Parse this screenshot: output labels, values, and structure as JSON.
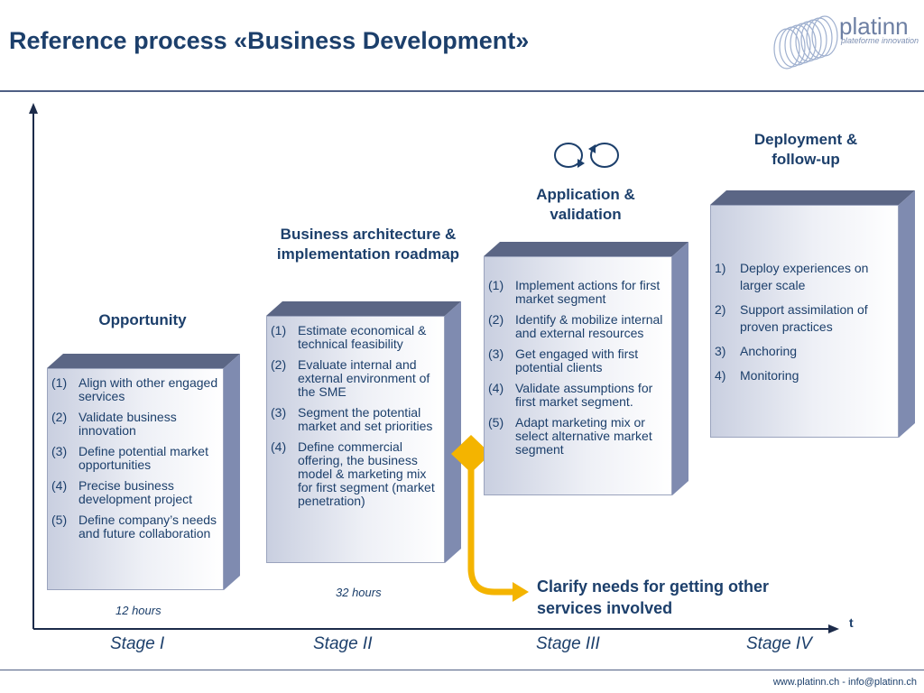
{
  "header": {
    "title": "Reference process «Business Development»",
    "logo": {
      "name": "platinn",
      "tagline": "plateforme innovation"
    }
  },
  "footer": {
    "text": "www.platinn.ch - info@platinn.ch"
  },
  "axis": {
    "t_label": "t"
  },
  "stages": [
    {
      "label": "Stage I",
      "heading": "Opportunity",
      "hours": "12 hours",
      "items": [
        {
          "num": "(1)",
          "text": "Align with other engaged services"
        },
        {
          "num": "(2)",
          "text": "Validate business innovation"
        },
        {
          "num": "(3)",
          "text": "Define potential market opportunities"
        },
        {
          "num": "(4)",
          "text": "Precise business development project"
        },
        {
          "num": "(5)",
          "text": "Define company’s needs and future collaboration"
        }
      ]
    },
    {
      "label": "Stage II",
      "heading": "Business architecture & implementation roadmap",
      "hours": "32 hours",
      "items": [
        {
          "num": "(1)",
          "text": "Estimate economical & technical feasibility"
        },
        {
          "num": "(2)",
          "text": "Evaluate internal and external environment of the SME"
        },
        {
          "num": "(3)",
          "text": "Segment the potential market and set priorities"
        },
        {
          "num": "(4)",
          "text": "Define commercial offering, the business model & marketing mix for first segment (market penetration)"
        }
      ]
    },
    {
      "label": "Stage III",
      "heading": "Application & validation",
      "items": [
        {
          "num": "(1)",
          "text": "Implement actions for first market segment"
        },
        {
          "num": "(2)",
          "text": "Identify & mobilize internal and external resources"
        },
        {
          "num": "(3)",
          "text": "Get engaged with first potential clients"
        },
        {
          "num": "(4)",
          "text": "Validate assumptions for first market segment."
        },
        {
          "num": "(5)",
          "text": "Adapt marketing mix or select alternative market segment"
        }
      ]
    },
    {
      "label": "Stage IV",
      "heading": "Deployment & follow-up",
      "items": [
        {
          "num": "1)",
          "text": "Deploy experiences on larger scale"
        },
        {
          "num": "2)",
          "text": "Support assimilation of proven practices"
        },
        {
          "num": "3)",
          "text": "Anchoring"
        },
        {
          "num": "4)",
          "text": "Monitoring"
        }
      ]
    }
  ],
  "branch": {
    "text": "Clarify needs for getting other services involved"
  },
  "colors": {
    "accent": "#f4b400",
    "box_side": "#7f8bb0",
    "box_top": "#5b6685",
    "title": "#1c3f6b"
  }
}
